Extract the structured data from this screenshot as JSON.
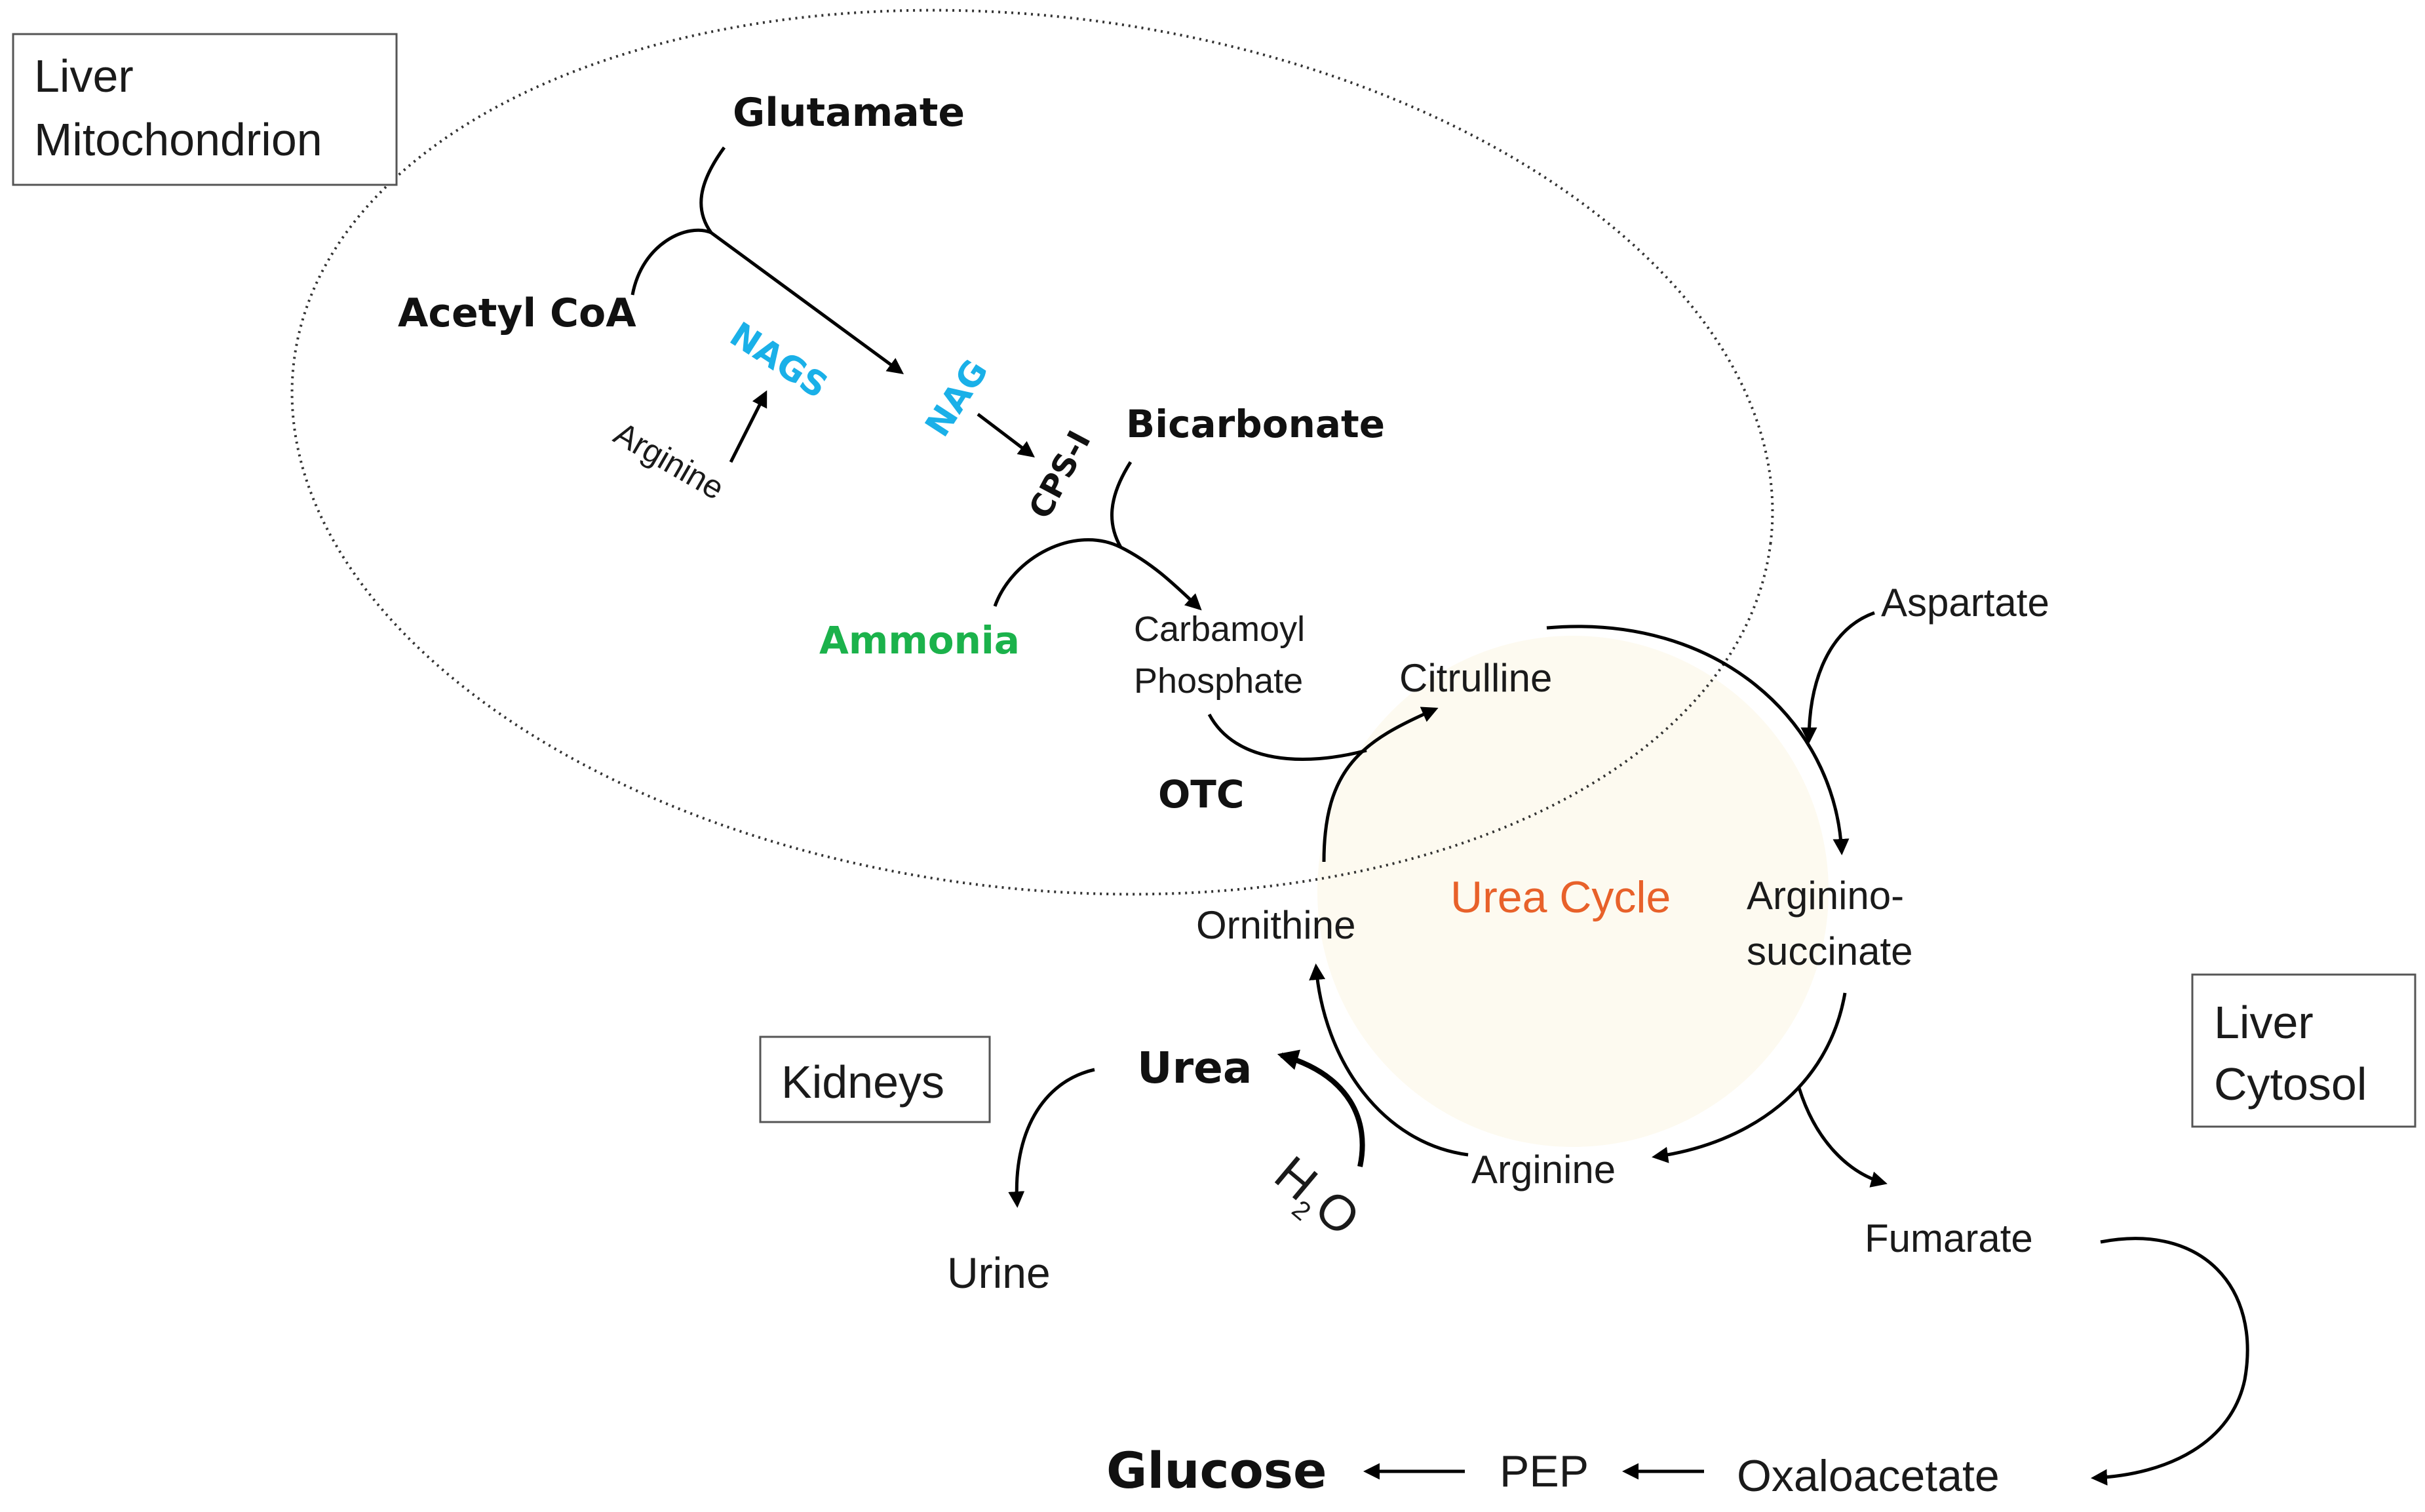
{
  "compartments": {
    "mitochondrion_line1": "Liver",
    "mitochondrion_line2": "Mitochondrion",
    "cytosol_line1": "Liver",
    "cytosol_line2": "Cytosol",
    "kidneys": "Kidneys"
  },
  "mitochondrion": {
    "glutamate": "Glutamate",
    "acetyl_coa": "Acetyl CoA",
    "nags": "NAGS",
    "nag": "NAG",
    "arginine": "Arginine",
    "cps1": "CPS-I",
    "bicarbonate": "Bicarbonate",
    "ammonia": "Ammonia",
    "carbamoyl_line1": "Carbamoyl",
    "carbamoyl_line2": "Phosphate",
    "otc": "OTC"
  },
  "cycle": {
    "title": "Urea Cycle",
    "citrulline": "Citrulline",
    "aspartate": "Aspartate",
    "argininosuccinate_line1": "Arginino-",
    "argininosuccinate_line2": "succinate",
    "arginine": "Arginine",
    "ornithine": "Ornithine",
    "fumarate": "Fumarate",
    "urea": "Urea",
    "water_h": "H",
    "water_sub": "2",
    "water_o": "O",
    "urine": "Urine"
  },
  "gluconeogenesis": {
    "oxaloacetate": "Oxaloacetate",
    "pep": "PEP",
    "glucose": "Glucose"
  },
  "colors": {
    "nags": "#1ab0e8",
    "ammonia": "#1bb24b",
    "urea_cycle_title": "#e8612a",
    "cycle_fill": "#fdfaf0",
    "text": "#1a1a1a"
  }
}
